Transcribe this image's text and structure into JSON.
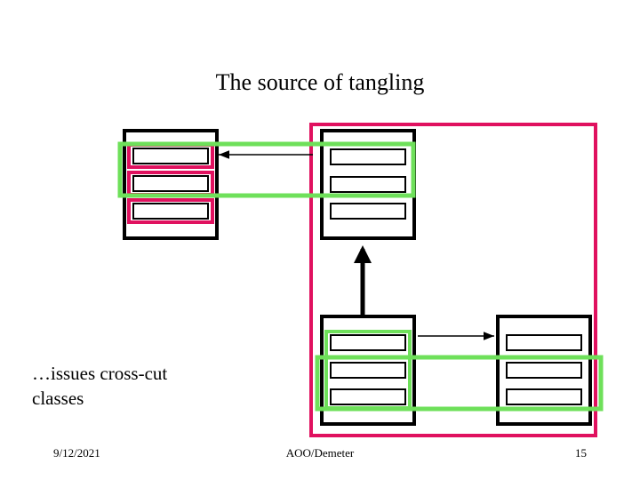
{
  "slide": {
    "title": "The source of tangling",
    "side_text": "…issues cross-cut classes"
  },
  "footer": {
    "date": "9/12/2021",
    "center": "AOO/Demeter",
    "page_number": "15"
  },
  "colors": {
    "class_border": "#000000",
    "concern_pink": "#e0115f",
    "concern_green": "#6ee05a"
  }
}
